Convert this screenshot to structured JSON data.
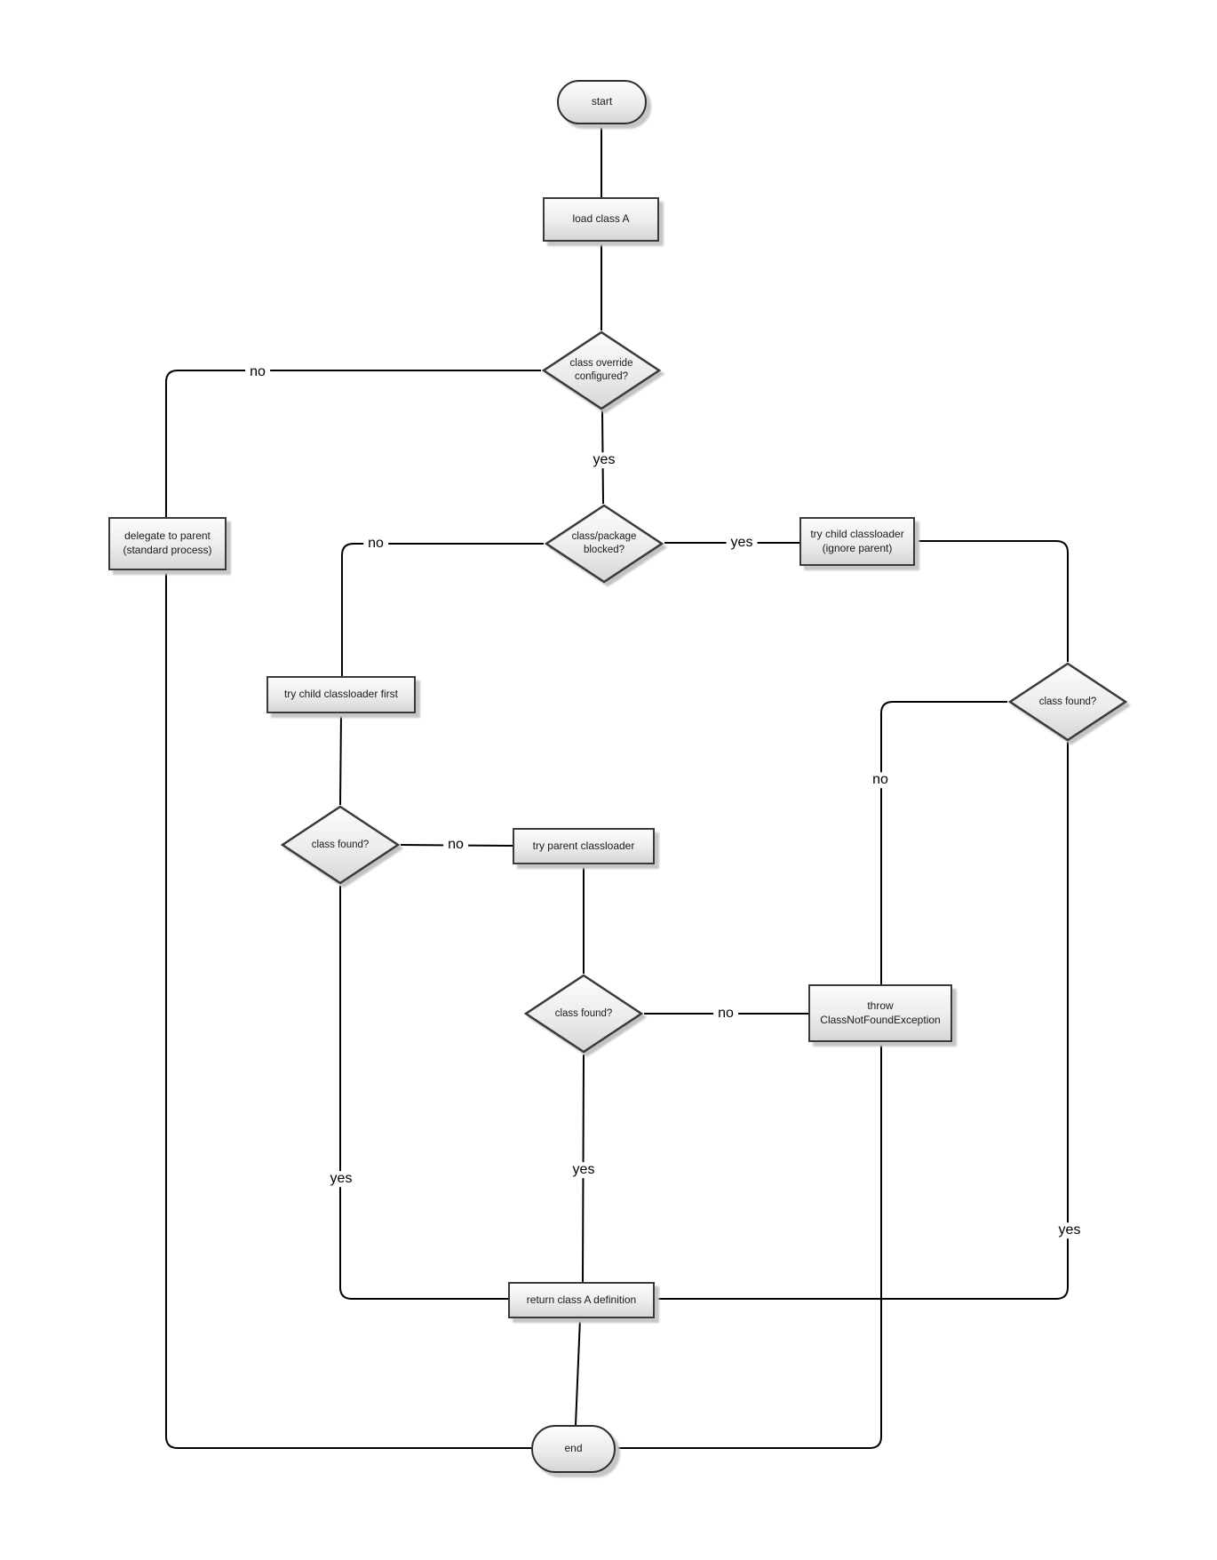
{
  "diagram": {
    "type": "flowchart",
    "subject": "classloader delegation flow",
    "colors": {
      "background": "#ffffff",
      "node_fill_top": "#fcfcfc",
      "node_fill_bottom": "#d6d6d6",
      "node_border": "#3a3a3a",
      "shadow": "#c6c6c6",
      "connector": "#000000",
      "text": "#1a1a1a"
    },
    "nodes": {
      "start": {
        "type": "terminator",
        "label": "start"
      },
      "load_class_a": {
        "type": "process",
        "label": "load class A"
      },
      "class_override": {
        "type": "decision",
        "label": "class override configured?"
      },
      "delegate_to_parent": {
        "type": "process",
        "label": "delegate to parent (standard process)"
      },
      "class_package_blocked": {
        "type": "decision",
        "label": "class/package blocked?"
      },
      "try_child_ignore_parent": {
        "type": "process",
        "label": "try child classloader (ignore parent)"
      },
      "try_child_first": {
        "type": "process",
        "label": "try child classloader first"
      },
      "class_found_left": {
        "type": "decision",
        "label": "class found?"
      },
      "try_parent_classloader": {
        "type": "process",
        "label": "try parent classloader"
      },
      "class_found_mid": {
        "type": "decision",
        "label": "class found?"
      },
      "throw_cnfe": {
        "type": "process",
        "label": "throw ClassNotFoundException"
      },
      "class_found_right": {
        "type": "decision",
        "label": "class found?"
      },
      "return_class_a": {
        "type": "process",
        "label": "return class A definition"
      },
      "end": {
        "type": "terminator",
        "label": "end"
      }
    },
    "edges": [
      {
        "from": "start",
        "to": "load_class_a",
        "label": ""
      },
      {
        "from": "load_class_a",
        "to": "class_override",
        "label": ""
      },
      {
        "from": "class_override",
        "to": "class_package_blocked",
        "label": "yes"
      },
      {
        "from": "class_override",
        "to": "delegate_to_parent",
        "label": "no"
      },
      {
        "from": "delegate_to_parent",
        "to": "end",
        "label": ""
      },
      {
        "from": "class_package_blocked",
        "to": "try_child_ignore_parent",
        "label": "yes"
      },
      {
        "from": "class_package_blocked",
        "to": "try_child_first",
        "label": "no"
      },
      {
        "from": "try_child_ignore_parent",
        "to": "class_found_right",
        "label": ""
      },
      {
        "from": "try_child_first",
        "to": "class_found_left",
        "label": ""
      },
      {
        "from": "class_found_left",
        "to": "try_parent_classloader",
        "label": "no"
      },
      {
        "from": "class_found_left",
        "to": "return_class_a",
        "label": "yes"
      },
      {
        "from": "try_parent_classloader",
        "to": "class_found_mid",
        "label": ""
      },
      {
        "from": "class_found_mid",
        "to": "throw_cnfe",
        "label": "no"
      },
      {
        "from": "class_found_mid",
        "to": "return_class_a",
        "label": "yes"
      },
      {
        "from": "class_found_right",
        "to": "throw_cnfe",
        "label": "no"
      },
      {
        "from": "class_found_right",
        "to": "return_class_a",
        "label": "yes"
      },
      {
        "from": "throw_cnfe",
        "to": "end",
        "label": ""
      },
      {
        "from": "return_class_a",
        "to": "end",
        "label": ""
      }
    ]
  }
}
